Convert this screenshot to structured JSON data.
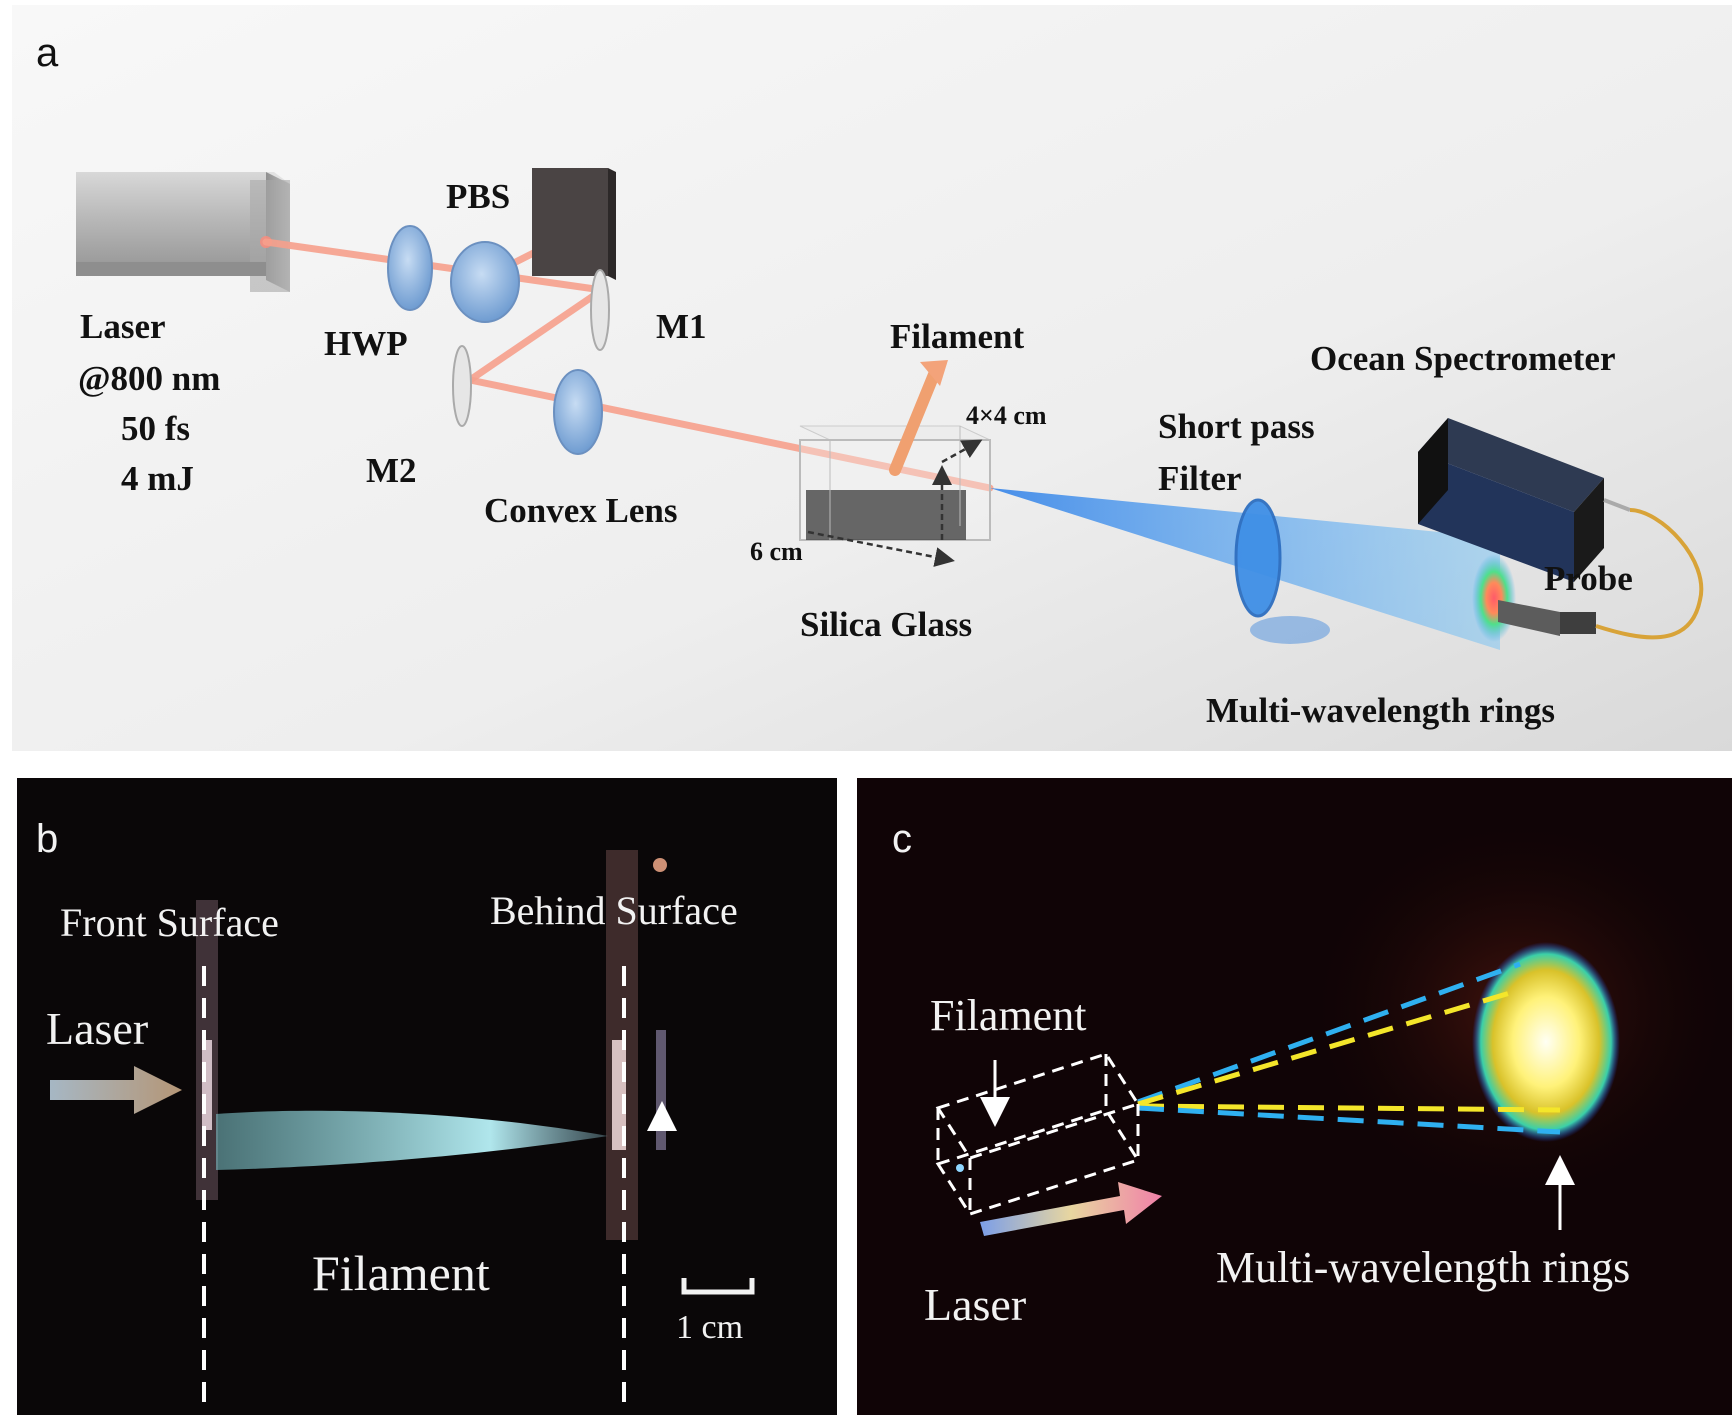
{
  "panel_a": {
    "letter": "a",
    "laser": [
      "Laser",
      "@800 nm",
      "50 fs",
      "4 mJ"
    ],
    "hwp": "HWP",
    "pbs": "PBS",
    "m1": "M1",
    "m2": "M2",
    "convex_lens": "Convex Lens",
    "filament": "Filament",
    "dim_4x4": "4×4 cm",
    "dim_6": "6 cm",
    "silica_glass": "Silica Glass",
    "short_pass": [
      "Short pass",
      "Filter"
    ],
    "spectrometer": "Ocean Spectrometer",
    "probe": "Probe",
    "rings": "Multi-wavelength rings"
  },
  "panel_b": {
    "letter": "b",
    "front_surface": "Front Surface",
    "behind_surface": "Behind Surface",
    "laser": "Laser",
    "filament": "Filament",
    "scale": "1 cm"
  },
  "panel_c": {
    "letter": "c",
    "filament": "Filament",
    "laser": "Laser",
    "rings": "Multi-wavelength rings"
  },
  "colors": {
    "beam": "#f6a08c",
    "blue_cone": "#3a8ff0",
    "dark_bg": "#0a0708",
    "yellow_dash": "#f4e62a",
    "cyan_dash": "#2fb0f0"
  }
}
